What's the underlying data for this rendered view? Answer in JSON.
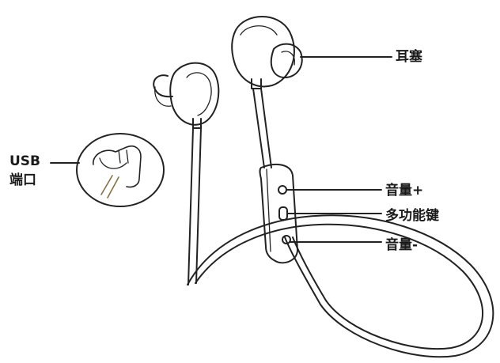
{
  "labels": {
    "earplug": "耳塞",
    "usb_line1": "USB",
    "usb_line2": "端口",
    "volume_up": "音量+",
    "multifunction": "多功能键",
    "volume_down": "音量-"
  }
}
